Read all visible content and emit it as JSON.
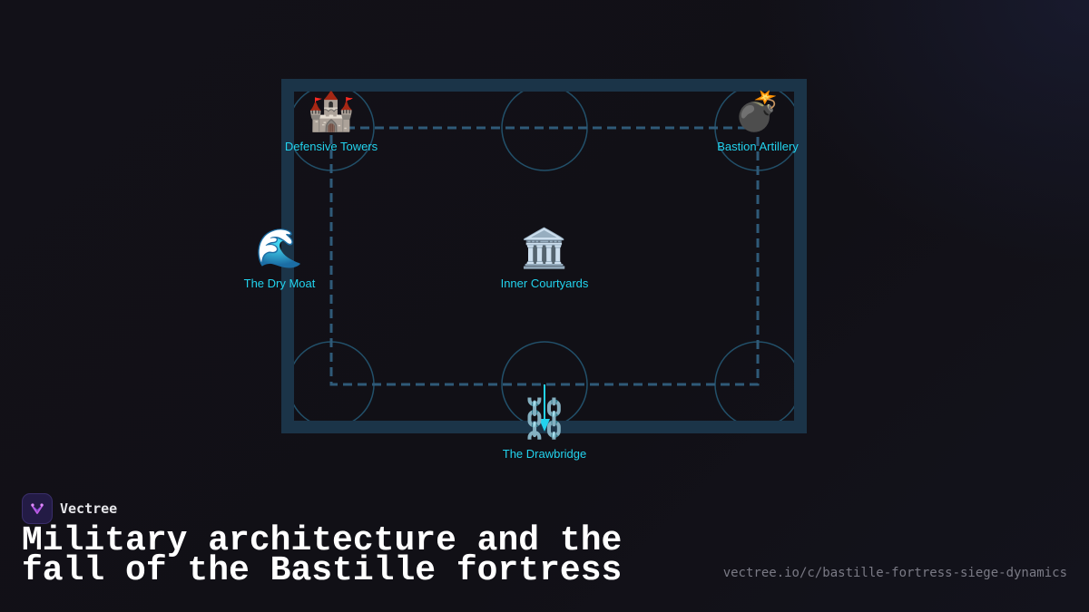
{
  "diagram": {
    "nodes": [
      {
        "id": "defensive-towers",
        "label": "Defensive Towers",
        "icon": "castle-icon",
        "glyph": "🏰"
      },
      {
        "id": "bastion-artillery",
        "label": "Bastion Artillery",
        "icon": "bomb-icon",
        "glyph": "💣"
      },
      {
        "id": "dry-moat",
        "label": "The Dry Moat",
        "icon": "water-wave-icon",
        "glyph": "🌊"
      },
      {
        "id": "inner-courtyards",
        "label": "Inner Courtyards",
        "icon": "classical-building-icon",
        "glyph": "🏛️"
      },
      {
        "id": "drawbridge",
        "label": "The Drawbridge",
        "icon": "chains-icon",
        "glyph": "⛓️"
      }
    ],
    "colors": {
      "wall": "#1b3448",
      "circle": "#22506a",
      "dashed_path": "#2f5a78",
      "accent": "#22d3ee"
    }
  },
  "brand": {
    "name": "Vectree",
    "logo_icon": "vectree-logo-icon"
  },
  "title": "Military architecture and the fall of the Bastille fortress",
  "url": "vectree.io/c/bastille-fortress-siege-dynamics"
}
